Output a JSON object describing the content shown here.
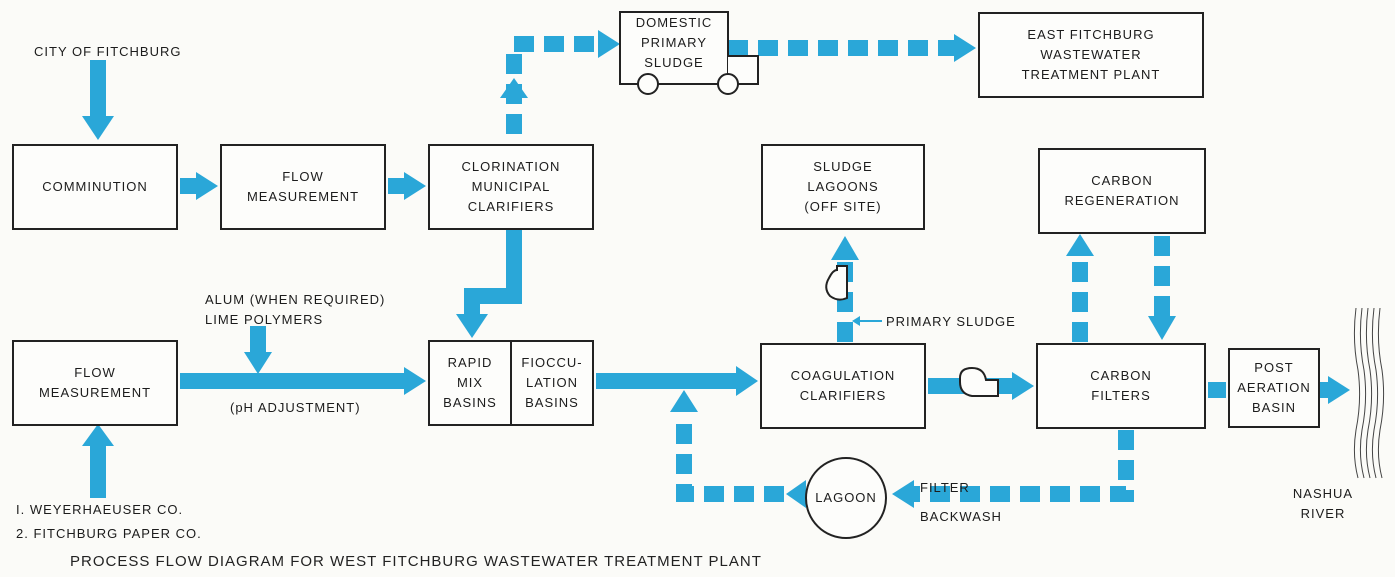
{
  "caption": "PROCESS FLOW DIAGRAM FOR WEST FITCHBURG WASTEWATER TREATMENT PLANT",
  "colors": {
    "flow": "#2aa7d8",
    "line": "#222222"
  },
  "boxes": {
    "comminution": "COMMINUTION",
    "flow_measurement_top": "FLOW\nMEASUREMENT",
    "clorination": "CLORINATION\nMUNICIPAL\nCLARIFIERS",
    "domestic_sludge": "DOMESTIC\nPRIMARY\nSLUDGE",
    "east_fitchburg": "EAST FITCHBURG\nWASTEWATER\nTREATMENT PLANT",
    "sludge_lagoons": "SLUDGE\nLAGOONS\n(OFF SITE)",
    "carbon_regeneration": "CARBON\nREGENERATION",
    "flow_measurement_bottom": "FLOW\nMEASUREMENT",
    "rapid_mix": "RAPID\nMIX\nBASINS",
    "flocculation": "FIOCCU-\nLATION\nBASINS",
    "coagulation": "COAGULATION\nCLARIFIERS",
    "carbon_filters": "CARBON\nFILTERS",
    "post_aeration": "POST\nAERATION\nBASIN",
    "lagoon": "LAGOON"
  },
  "labels": {
    "city": "CITY OF FITCHBURG",
    "alum": "ALUM (WHEN REQUIRED)\nLIME POLYMERS",
    "ph": "(pH ADJUSTMENT)",
    "primary_sludge": "PRIMARY SLUDGE",
    "filter": "FILTER",
    "backwash": "BACKWASH",
    "source1": "I. WEYERHAEUSER CO.",
    "source2": "2. FITCHBURG PAPER CO.",
    "nashua": "NASHUA\nRIVER"
  }
}
